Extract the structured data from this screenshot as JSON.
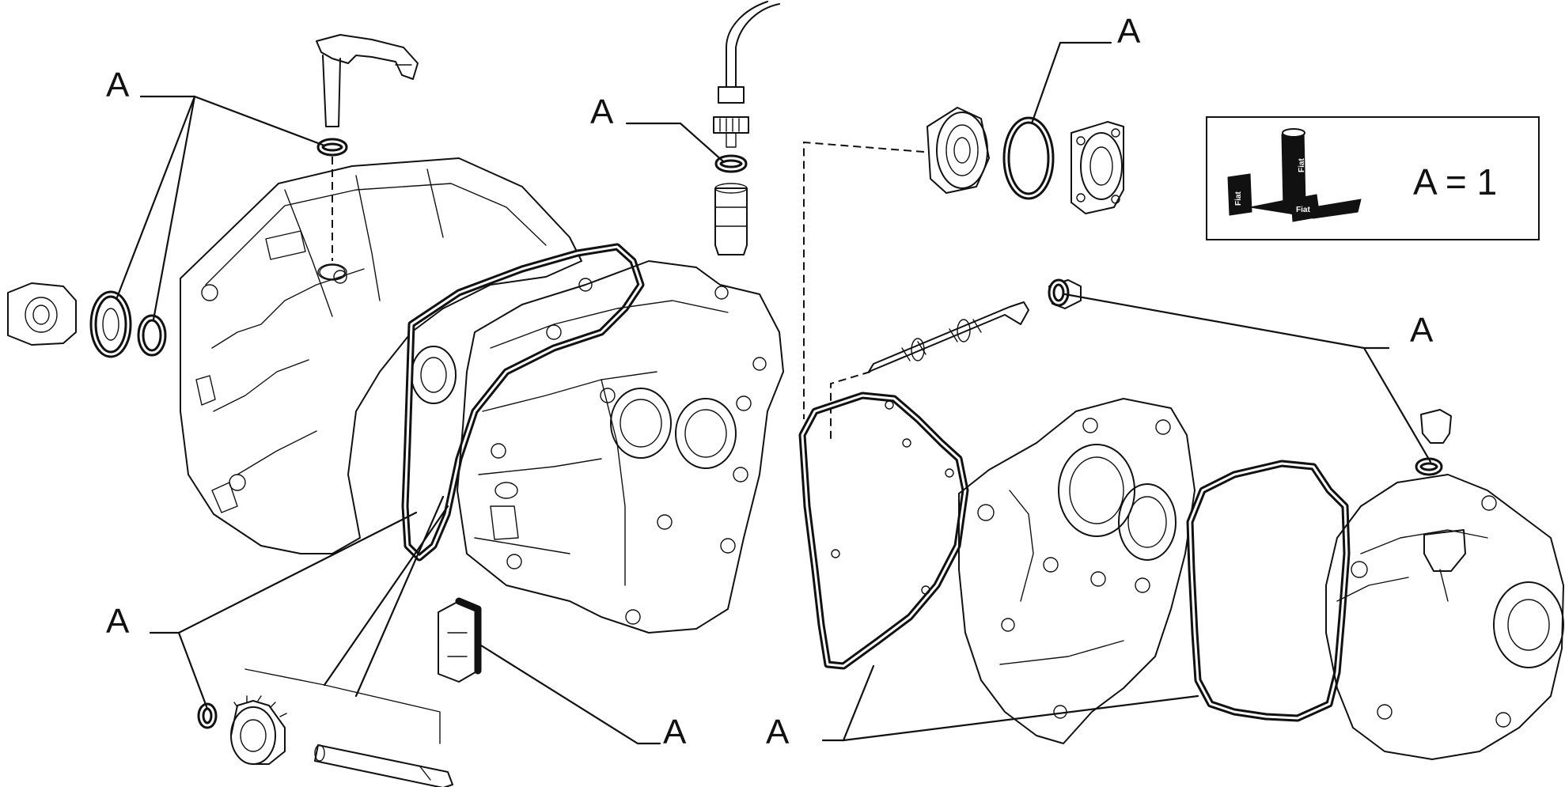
{
  "callouts": {
    "label": "A"
  },
  "legend": {
    "text": "A = 1",
    "icon": "sealant-tube-and-pads-icon",
    "pack_text": "Fiat"
  }
}
